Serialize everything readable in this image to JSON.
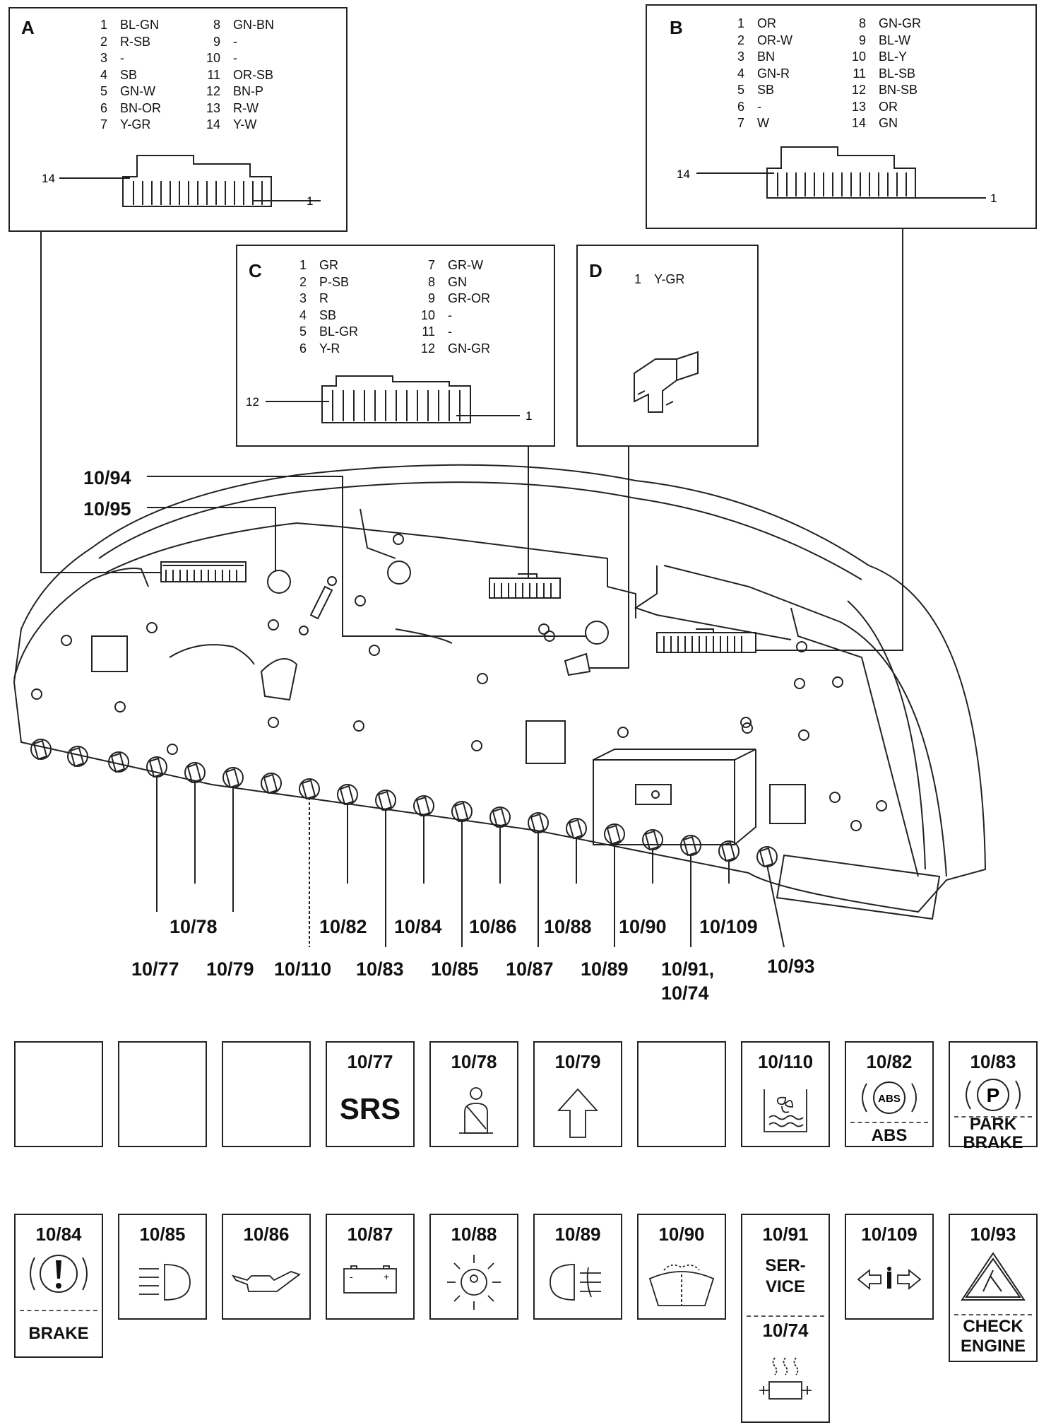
{
  "connectors": {
    "A": {
      "letter": "A",
      "pins_left": [
        [
          "1",
          "BL-GN"
        ],
        [
          "2",
          "R-SB"
        ],
        [
          "3",
          "-"
        ],
        [
          "4",
          "SB"
        ],
        [
          "5",
          "GN-W"
        ],
        [
          "6",
          "BN-OR"
        ],
        [
          "7",
          "Y-GR"
        ]
      ],
      "pins_right": [
        [
          "8",
          "GN-BN"
        ],
        [
          "9",
          "-"
        ],
        [
          "10",
          "-"
        ],
        [
          "11",
          "OR-SB"
        ],
        [
          "12",
          "BN-P"
        ],
        [
          "13",
          "R-W"
        ],
        [
          "14",
          "Y-W"
        ]
      ],
      "end_left": "14",
      "end_right": "1"
    },
    "B": {
      "letter": "B",
      "pins_left": [
        [
          "1",
          "OR"
        ],
        [
          "2",
          "OR-W"
        ],
        [
          "3",
          "BN"
        ],
        [
          "4",
          "GN-R"
        ],
        [
          "5",
          "SB"
        ],
        [
          "6",
          "-"
        ],
        [
          "7",
          "W"
        ]
      ],
      "pins_right": [
        [
          "8",
          "GN-GR"
        ],
        [
          "9",
          "BL-W"
        ],
        [
          "10",
          "BL-Y"
        ],
        [
          "11",
          "BL-SB"
        ],
        [
          "12",
          "BN-SB"
        ],
        [
          "13",
          "OR"
        ],
        [
          "14",
          "GN"
        ]
      ],
      "end_left": "14",
      "end_right": "1"
    },
    "C": {
      "letter": "C",
      "pins_left": [
        [
          "1",
          "GR"
        ],
        [
          "2",
          "P-SB"
        ],
        [
          "3",
          "R"
        ],
        [
          "4",
          "SB"
        ],
        [
          "5",
          "BL-GR"
        ],
        [
          "6",
          "Y-R"
        ]
      ],
      "pins_right": [
        [
          "7",
          "GR-W"
        ],
        [
          "8",
          "GN"
        ],
        [
          "9",
          "GR-OR"
        ],
        [
          "10",
          "-"
        ],
        [
          "11",
          "-"
        ],
        [
          "12",
          "GN-GR"
        ]
      ],
      "end_left": "12",
      "end_right": "1"
    },
    "D": {
      "letter": "D",
      "pins_left": [
        [
          "1",
          "Y-GR"
        ]
      ],
      "pins_right": []
    }
  },
  "bulb_labels": {
    "l_10_94": "10/94",
    "l_10_95": "10/95",
    "l_10_78": "10/78",
    "l_10_82": "10/82",
    "l_10_84": "10/84",
    "l_10_86": "10/86",
    "l_10_88": "10/88",
    "l_10_90": "10/90",
    "l_10_109": "10/109",
    "l_10_77": "10/77",
    "l_10_79": "10/79",
    "l_10_110": "10/110",
    "l_10_83": "10/83",
    "l_10_85": "10/85",
    "l_10_87": "10/87",
    "l_10_89": "10/89",
    "l_10_91a": "10/91,",
    "l_10_91b": "10/74",
    "l_10_93": "10/93"
  },
  "panels_row1": [
    {
      "code": ""
    },
    {
      "code": ""
    },
    {
      "code": ""
    },
    {
      "code": "10/77",
      "text": "SRS",
      "icon": "srs-text"
    },
    {
      "code": "10/78",
      "icon": "seatbelt-icon"
    },
    {
      "code": "10/79",
      "icon": "upshift-arrow-icon"
    },
    {
      "code": ""
    },
    {
      "code": "10/110",
      "icon": "coolant-fan-icon"
    },
    {
      "code": "10/82",
      "text": "ABS",
      "badge": "ABS",
      "icon": "abs-icon"
    },
    {
      "code": "10/83",
      "text": "PARK BRAKE",
      "badge": "P",
      "icon": "park-brake-icon"
    }
  ],
  "panels_row2": [
    {
      "code": "10/84",
      "text": "BRAKE",
      "icon": "brake-warning-icon"
    },
    {
      "code": "10/85",
      "icon": "headlight-icon"
    },
    {
      "code": "10/86",
      "icon": "oil-can-icon"
    },
    {
      "code": "10/87",
      "icon": "battery-icon"
    },
    {
      "code": "10/88",
      "icon": "bulb-failure-icon"
    },
    {
      "code": "10/89",
      "icon": "fog-light-icon"
    },
    {
      "code": "10/90",
      "icon": "washer-fluid-icon"
    },
    {
      "code": "10/91",
      "text": "SER-\nVICE",
      "code2": "10/74",
      "icon": "glow-plug-icon"
    },
    {
      "code": "10/109",
      "icon": "turn-signal-icon"
    },
    {
      "code": "10/93",
      "text": "CHECK\nENGINE",
      "icon": "check-engine-icon"
    }
  ],
  "panel_texts": {
    "srs": "SRS",
    "abs_badge": "ABS",
    "abs": "ABS",
    "park_badge": "P",
    "park1": "PARK",
    "park2": "BRAKE",
    "brake": "BRAKE",
    "service1": "SER-",
    "service2": "VICE",
    "check1": "CHECK",
    "check2": "ENGINE",
    "batt_minus": "-",
    "batt_plus": "+"
  }
}
